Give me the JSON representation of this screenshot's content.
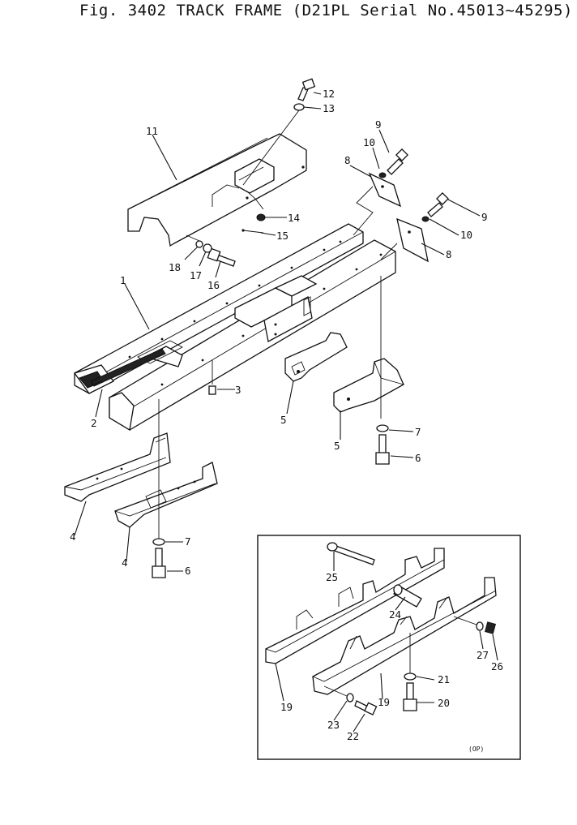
{
  "title": "Fig. 3402 TRACK FRAME (D21PL Serial No.45013~45295)",
  "inset_note": "(OP)",
  "parts": [
    {
      "id": "p1",
      "label": "1"
    },
    {
      "id": "p2",
      "label": "2"
    },
    {
      "id": "p3",
      "label": "3"
    },
    {
      "id": "p4a",
      "label": "4"
    },
    {
      "id": "p4b",
      "label": "4"
    },
    {
      "id": "p5a",
      "label": "5"
    },
    {
      "id": "p5b",
      "label": "5"
    },
    {
      "id": "p6a",
      "label": "6"
    },
    {
      "id": "p6b",
      "label": "6"
    },
    {
      "id": "p7a",
      "label": "7"
    },
    {
      "id": "p7b",
      "label": "7"
    },
    {
      "id": "p8a",
      "label": "8"
    },
    {
      "id": "p8b",
      "label": "8"
    },
    {
      "id": "p9a",
      "label": "9"
    },
    {
      "id": "p9b",
      "label": "9"
    },
    {
      "id": "p10a",
      "label": "10"
    },
    {
      "id": "p10b",
      "label": "10"
    },
    {
      "id": "p11",
      "label": "11"
    },
    {
      "id": "p12",
      "label": "12"
    },
    {
      "id": "p13",
      "label": "13"
    },
    {
      "id": "p14",
      "label": "14"
    },
    {
      "id": "p15",
      "label": "15"
    },
    {
      "id": "p16",
      "label": "16"
    },
    {
      "id": "p17",
      "label": "17"
    },
    {
      "id": "p18",
      "label": "18"
    },
    {
      "id": "p19a",
      "label": "19"
    },
    {
      "id": "p19b",
      "label": "19"
    },
    {
      "id": "p20",
      "label": "20"
    },
    {
      "id": "p21",
      "label": "21"
    },
    {
      "id": "p22",
      "label": "22"
    },
    {
      "id": "p23",
      "label": "23"
    },
    {
      "id": "p24",
      "label": "24"
    },
    {
      "id": "p25",
      "label": "25"
    },
    {
      "id": "p26",
      "label": "26"
    },
    {
      "id": "p27",
      "label": "27"
    }
  ]
}
